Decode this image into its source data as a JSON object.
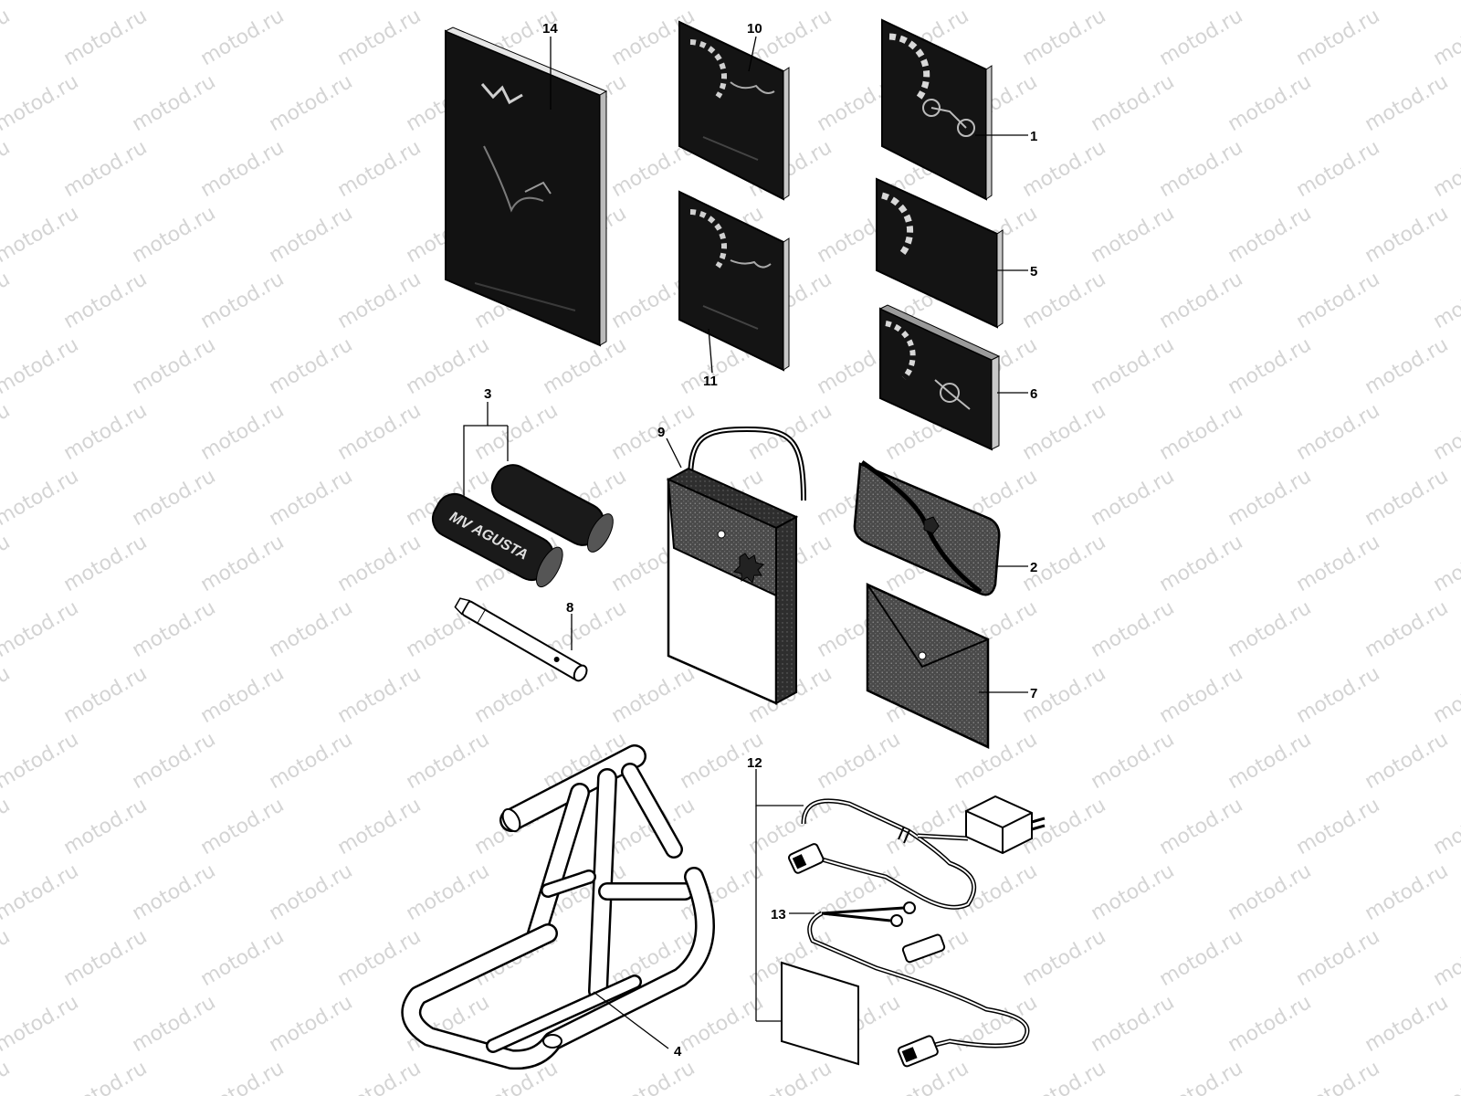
{
  "watermark": {
    "text": "motod.ru"
  },
  "callouts": [
    {
      "id": "1",
      "label": "1"
    },
    {
      "id": "2",
      "label": "2"
    },
    {
      "id": "3",
      "label": "3"
    },
    {
      "id": "4",
      "label": "4"
    },
    {
      "id": "5",
      "label": "5"
    },
    {
      "id": "6",
      "label": "6"
    },
    {
      "id": "7",
      "label": "7"
    },
    {
      "id": "8",
      "label": "8"
    },
    {
      "id": "9",
      "label": "9"
    },
    {
      "id": "10",
      "label": "10"
    },
    {
      "id": "11",
      "label": "11"
    },
    {
      "id": "12",
      "label": "12"
    },
    {
      "id": "13",
      "label": "13"
    },
    {
      "id": "14",
      "label": "14"
    }
  ],
  "grip_text": "MV AGUSTA"
}
